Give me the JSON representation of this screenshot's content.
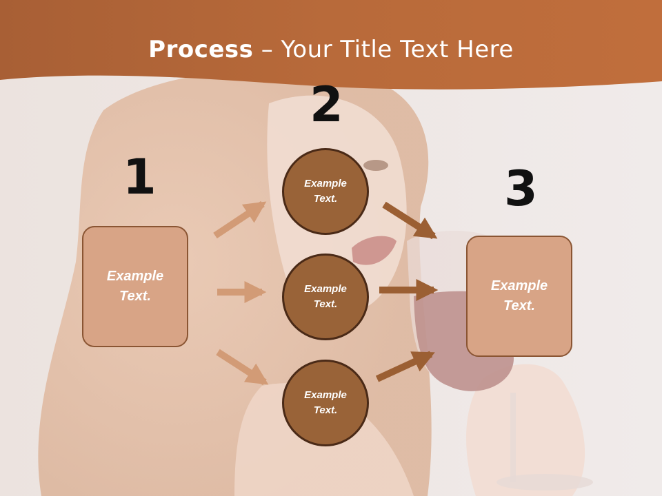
{
  "title": {
    "bold": "Process",
    "dash": " – ",
    "rest": "Your Title Text Here"
  },
  "numbers": {
    "one": "1",
    "two": "2",
    "three": "3"
  },
  "left_box": {
    "text": "Example Text."
  },
  "right_box": {
    "text": "Example Text."
  },
  "circles": [
    {
      "text": "Example Text."
    },
    {
      "text": "Example Text."
    },
    {
      "text": "Example Text."
    }
  ],
  "colors": {
    "header_orange": "#b8683a",
    "box_fill": "#d8a486",
    "circle_fill": "#996338",
    "left_arrows": "#d29b76",
    "right_arrows": "#9b5f33"
  }
}
